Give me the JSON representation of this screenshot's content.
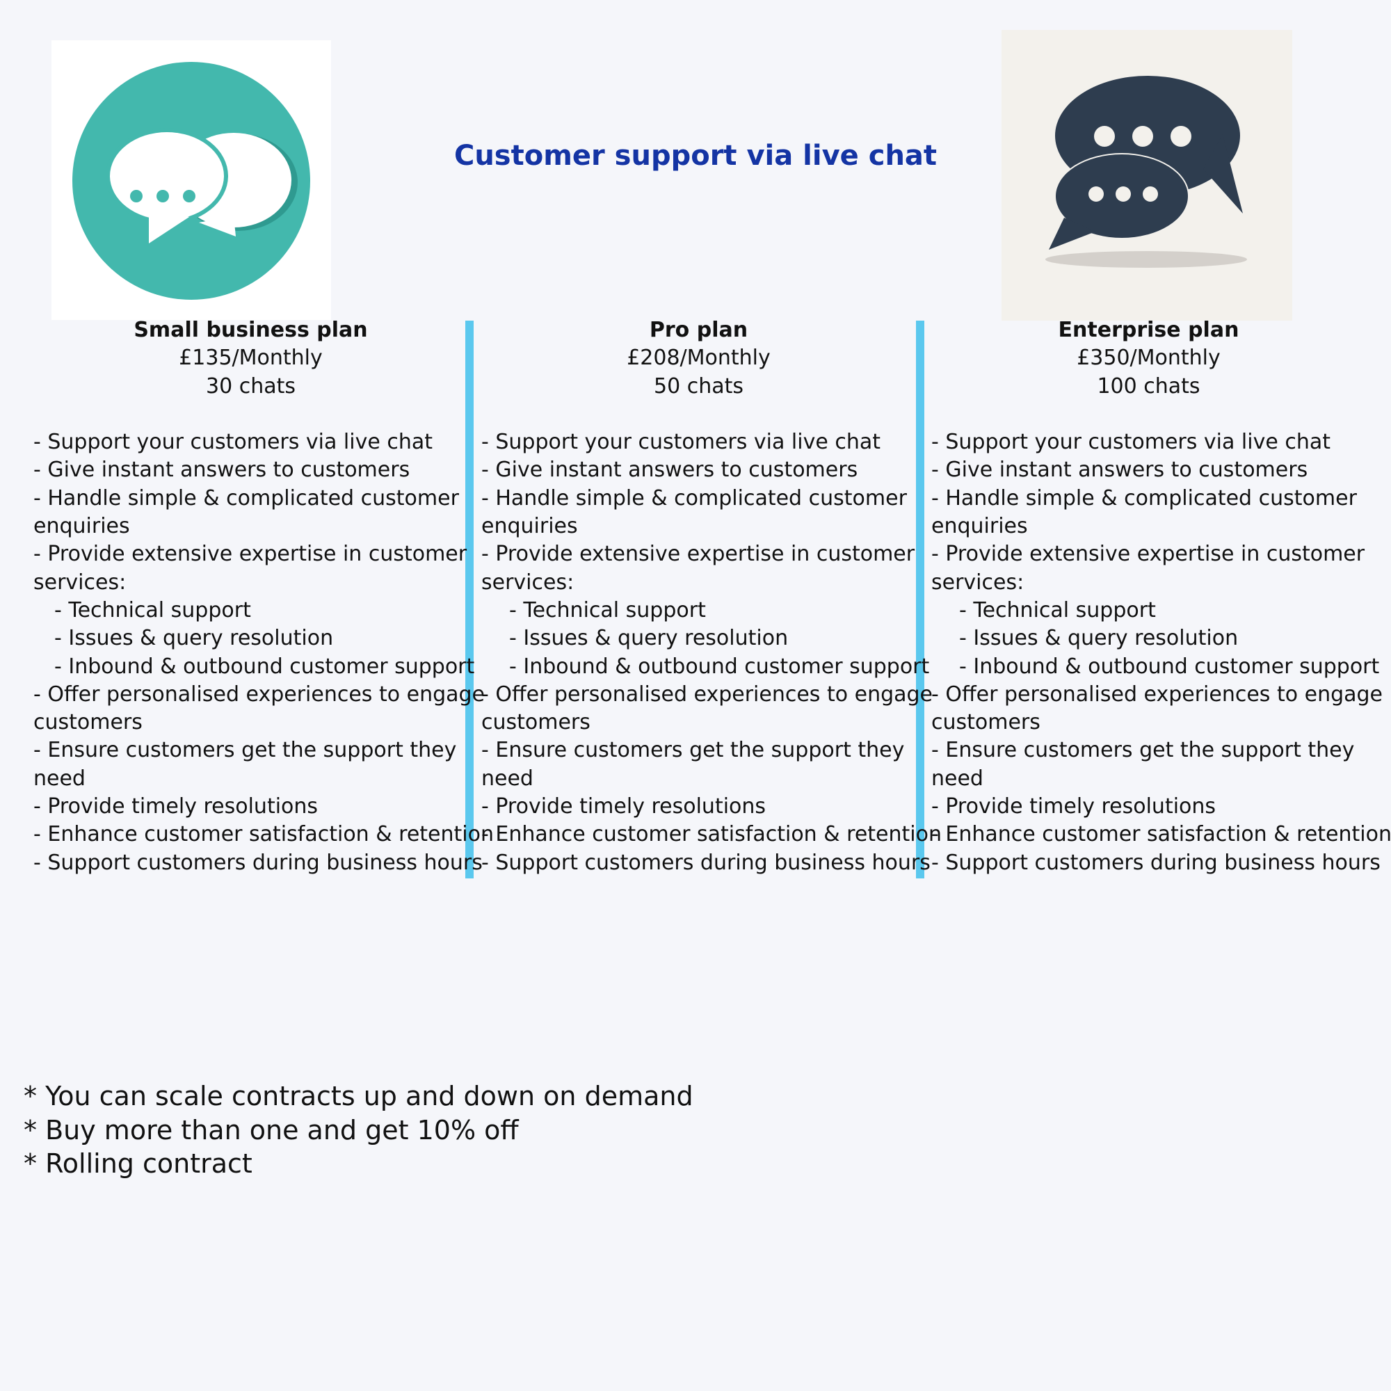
{
  "page": {
    "title": "Customer support via live chat",
    "background": "#f5f6fa",
    "title_color": "#1434a4",
    "divider_color": "#5bc8ee"
  },
  "logos": {
    "left_icon": "chat-bubbles-teal-circle-icon",
    "right_icon": "chat-bubbles-dark-icon",
    "left_color": "#43b8ad",
    "right_color": "#2e3d4f"
  },
  "plans": [
    {
      "name": "Small business plan",
      "price": "£135/Monthly",
      "chats": "30 chats",
      "features": [
        "- Support your customers via live chat",
        "- Give instant answers to customers",
        "- Handle simple & complicated customer",
        "enquiries",
        "- Provide extensive expertise in customer",
        "services:",
        "- Technical support",
        "- Issues & query resolution",
        "- Inbound & outbound customer support",
        "- Offer personalised experiences to engage",
        "customers",
        "- Ensure customers get the support they",
        "need",
        "- Provide timely resolutions",
        "- Enhance customer satisfaction & retention",
        "- Support customers during business hours"
      ]
    },
    {
      "name": "Pro plan",
      "price": "£208/Monthly",
      "chats": "50 chats",
      "features": [
        "- Support your customers via live chat",
        "- Give instant answers to customers",
        "- Handle simple & complicated customer",
        "enquiries",
        "- Provide extensive expertise in customer",
        "services:",
        "- Technical support",
        "- Issues & query resolution",
        "- Inbound & outbound customer support",
        "- Offer personalised experiences to engage",
        "customers",
        "- Ensure customers get the support they",
        "need",
        "- Provide timely resolutions",
        "- Enhance customer satisfaction & retention",
        "- Support customers during business hours"
      ]
    },
    {
      "name": "Enterprise plan",
      "price": "£350/Monthly",
      "chats": "100 chats",
      "features": [
        "- Support your customers via live chat",
        "- Give instant answers to customers",
        "- Handle simple & complicated customer",
        "enquiries",
        "- Provide extensive expertise in customer",
        "services:",
        "- Technical support",
        "- Issues & query resolution",
        "- Inbound & outbound customer support",
        "- Offer personalised experiences to engage",
        "customers",
        "- Ensure customers get the support they",
        "need",
        "- Provide timely resolutions",
        "- Enhance customer satisfaction & retention",
        "- Support customers during business hours"
      ]
    }
  ],
  "notes": [
    "* You can scale contracts up and down on demand",
    "* Buy more than one and get 10% off",
    "* Rolling contract"
  ]
}
